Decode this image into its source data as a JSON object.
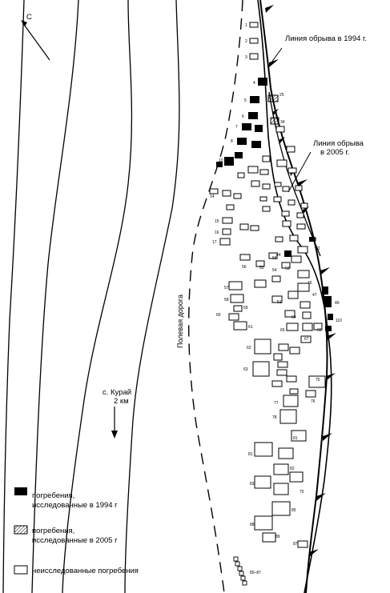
{
  "north_label": "С",
  "cliff_1994_label": "Линия обрыва в 1994 г.",
  "cliff_2005_label_line1": "Линия обрыва",
  "cliff_2005_label_line2": "в 2005 г.",
  "road_label": "Полевая дорога",
  "village_label_line1": "с. Курай",
  "village_label_line2": "2 км",
  "legend": [
    {
      "kind": "excavated-1994",
      "line1": "погребения,",
      "line2": "исследованные в 1994 г"
    },
    {
      "kind": "excavated-2005",
      "line1": "погребения,",
      "line2": "исследованные в 2005 г"
    },
    {
      "kind": "unexcavated",
      "line1": "неисследованные погребения",
      "line2": ""
    }
  ],
  "bottom_label": "80–87"
}
